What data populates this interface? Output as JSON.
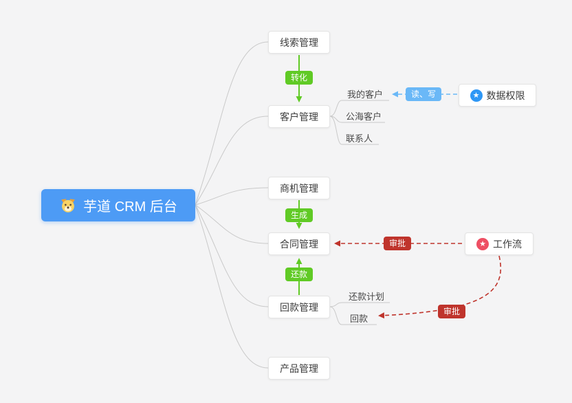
{
  "root": {
    "label": "芋道 CRM 后台"
  },
  "nodes": {
    "leads": "线索管理",
    "customers": "客户管理",
    "opportunities": "商机管理",
    "contracts": "合同管理",
    "receivables": "回款管理",
    "products": "产品管理",
    "data_permission": "数据权限",
    "workflow": "工作流"
  },
  "customer_children": [
    "我的客户",
    "公海客户",
    "联系人"
  ],
  "receivable_children": [
    "还款计划",
    "回款"
  ],
  "edge_labels": {
    "convert": "转化",
    "generate": "生成",
    "repay": "还款",
    "read_write": "读、写",
    "approve_contract": "审批",
    "approve_receivable": "审批"
  },
  "icons": {
    "star": "★"
  },
  "colors": {
    "canvas_bg": "#f4f4f5",
    "root_bg": "#4d9bf5",
    "green": "#60ca25",
    "blue": "#6ab8f7",
    "red": "#bf342c",
    "gray_line": "#c9c9c9",
    "icon_blue": "#2e97f5",
    "icon_red": "#ee4f63"
  }
}
